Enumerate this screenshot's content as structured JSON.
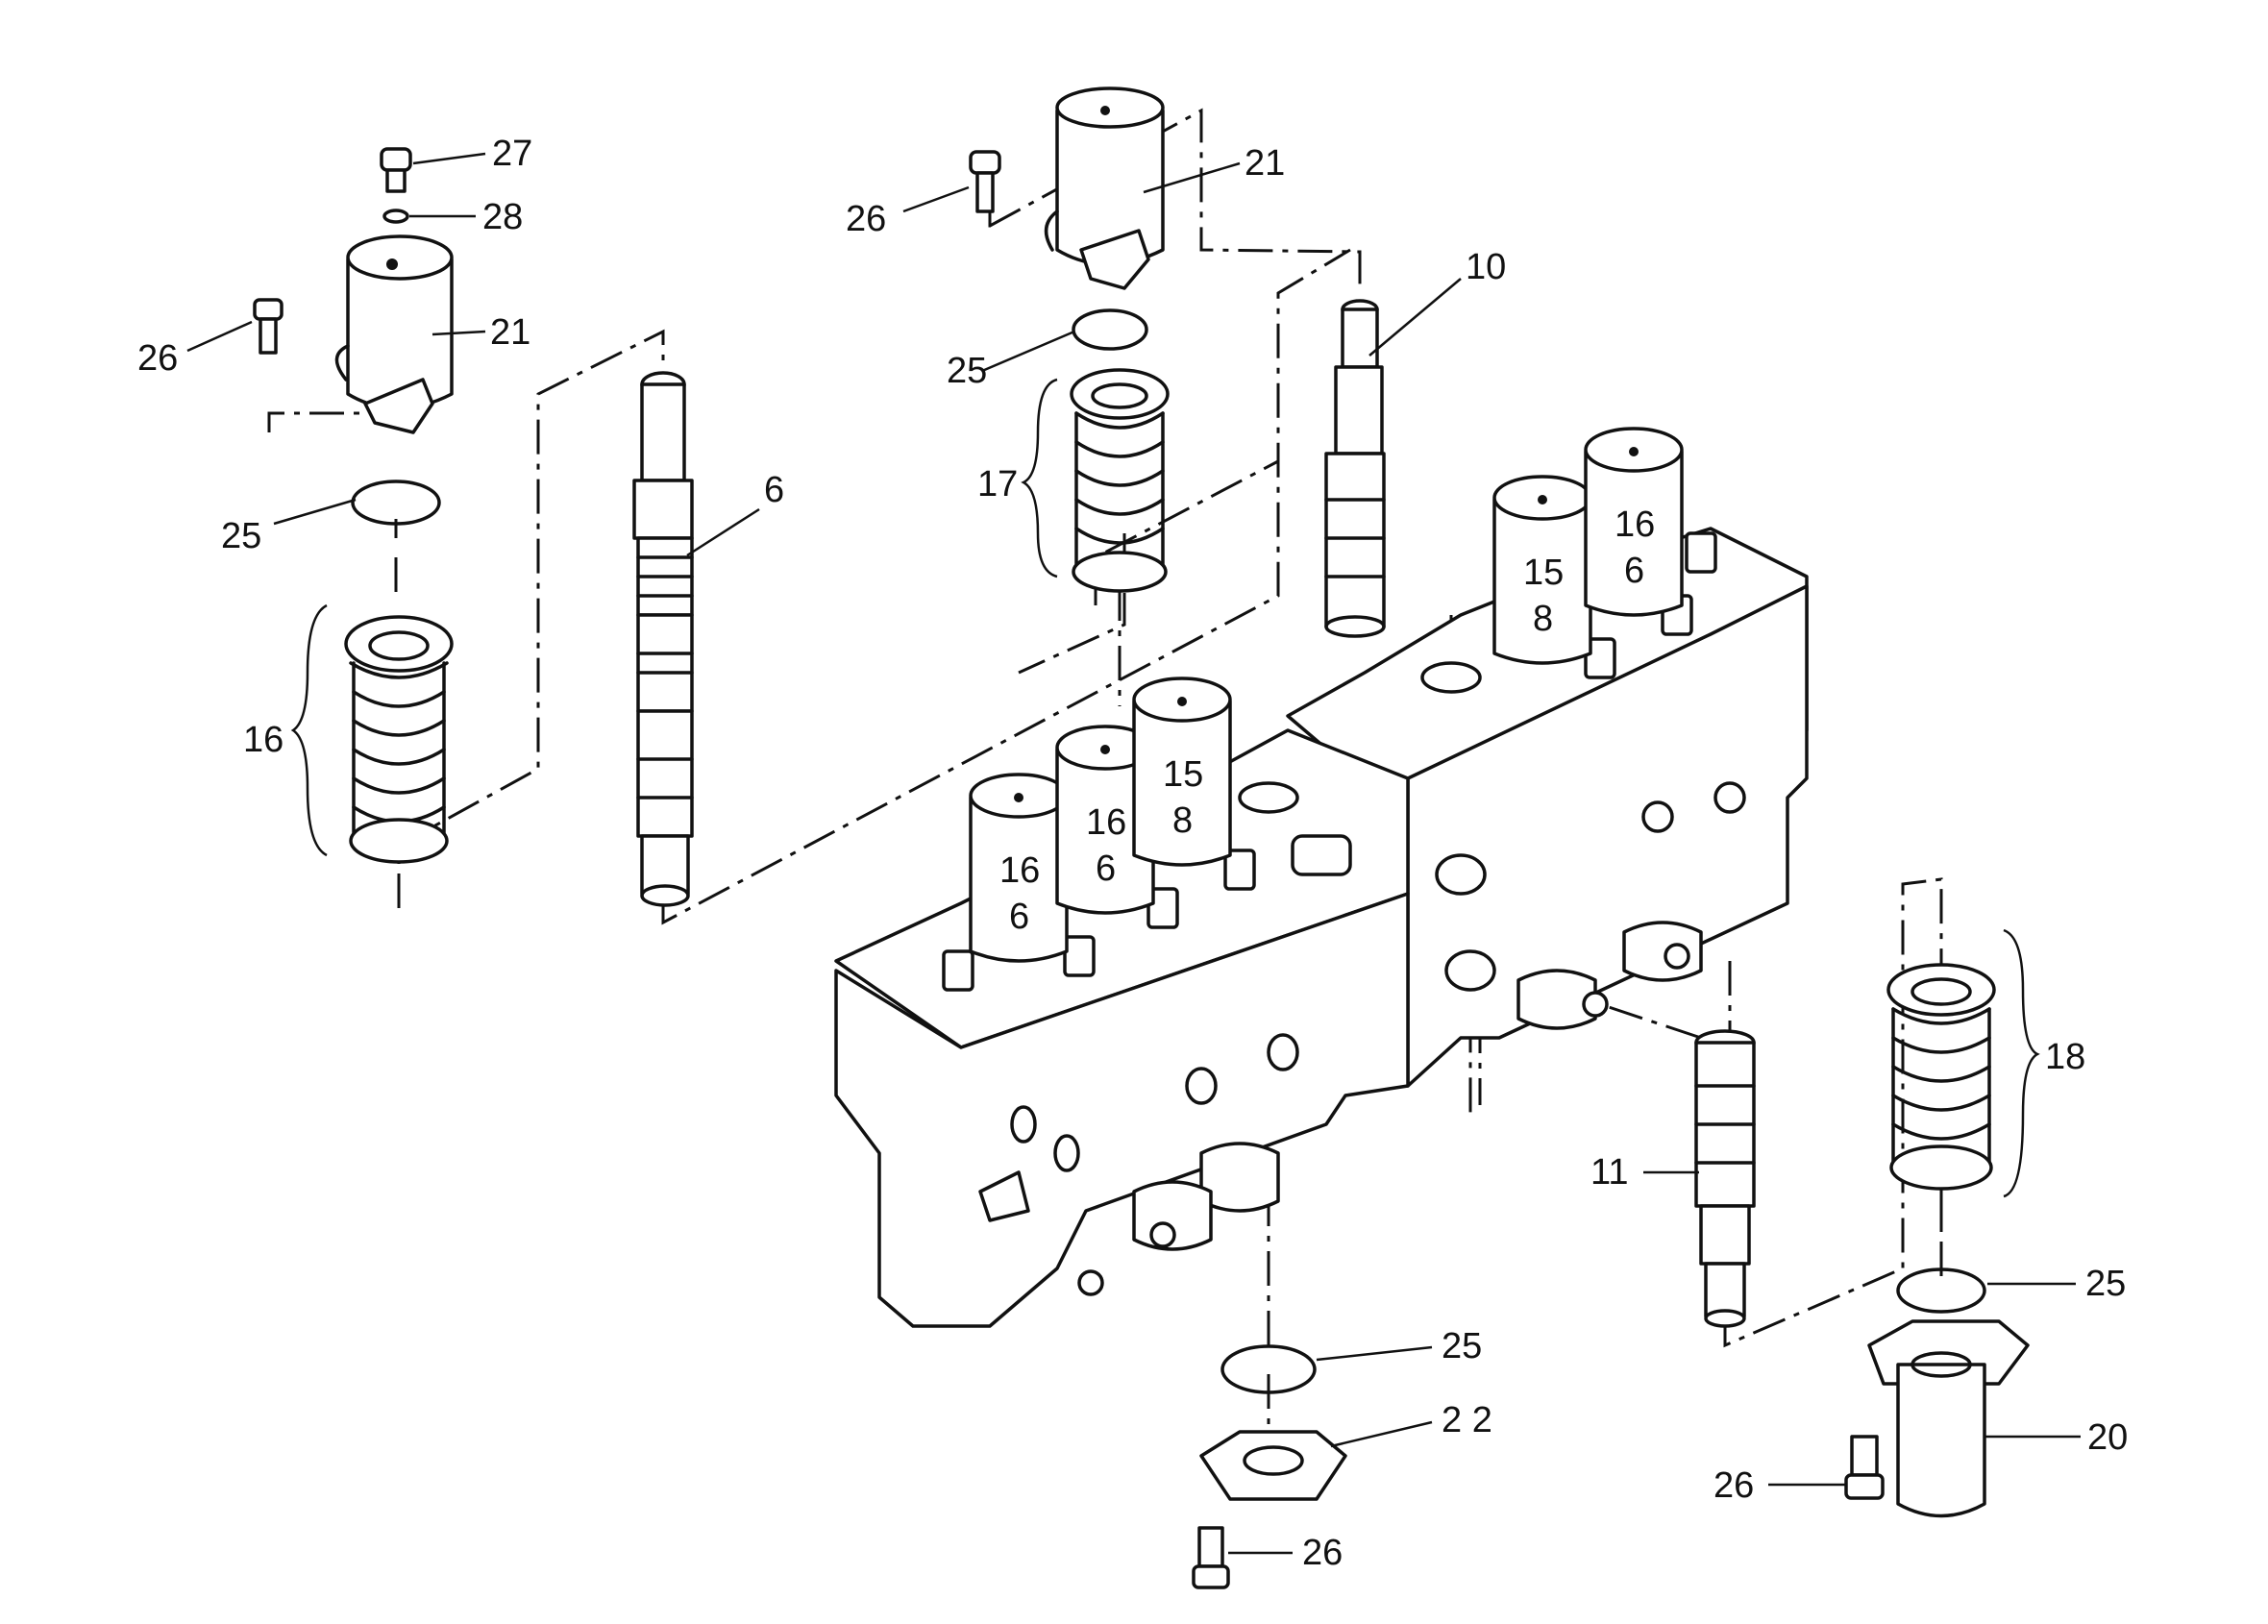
{
  "callouts": [
    {
      "id": "c27",
      "text": "27"
    },
    {
      "id": "c28",
      "text": "28"
    },
    {
      "id": "c21a",
      "text": "21"
    },
    {
      "id": "c26a",
      "text": "26"
    },
    {
      "id": "c25a",
      "text": "25"
    },
    {
      "id": "c16",
      "text": "16"
    },
    {
      "id": "c6",
      "text": "6"
    },
    {
      "id": "c26b",
      "text": "26"
    },
    {
      "id": "c21b",
      "text": "21"
    },
    {
      "id": "c25b",
      "text": "25"
    },
    {
      "id": "c17",
      "text": "17"
    },
    {
      "id": "c10",
      "text": "10"
    },
    {
      "id": "c18",
      "text": "18"
    },
    {
      "id": "c25c",
      "text": "25"
    },
    {
      "id": "c20",
      "text": "20"
    },
    {
      "id": "c26c",
      "text": "26"
    },
    {
      "id": "c11",
      "text": "11"
    },
    {
      "id": "c25d",
      "text": "25"
    },
    {
      "id": "c22",
      "text": "2 2"
    },
    {
      "id": "c26d",
      "text": "26"
    }
  ],
  "solenoid_marks": [
    {
      "id": "s1",
      "lines": [
        "16",
        "6"
      ]
    },
    {
      "id": "s2",
      "lines": [
        "16",
        "6"
      ]
    },
    {
      "id": "s3",
      "lines": [
        "15",
        "8"
      ]
    },
    {
      "id": "s4",
      "lines": [
        "15",
        "8"
      ]
    },
    {
      "id": "s5",
      "lines": [
        "16",
        "6"
      ]
    }
  ]
}
